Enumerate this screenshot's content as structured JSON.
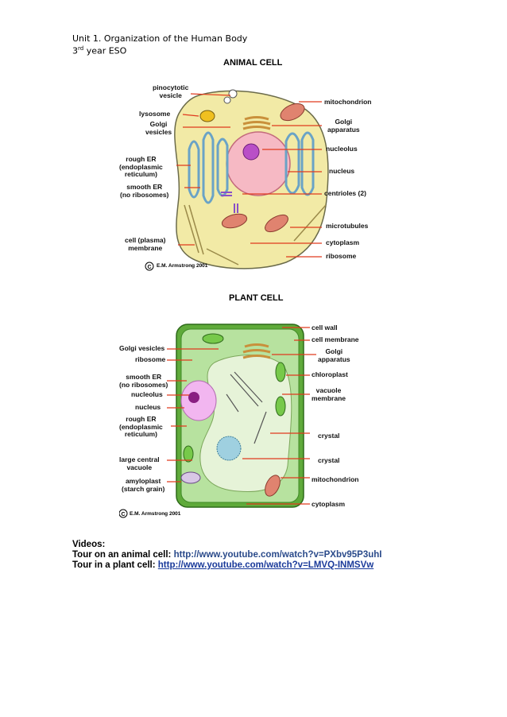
{
  "header": {
    "line1": "Unit 1. Organization of the Human Body",
    "line2_prefix": "3",
    "line2_sup": "rd",
    "line2_suffix": " year ESO"
  },
  "animal": {
    "title": "ANIMAL CELL",
    "copyright": "E.M. Armstrong 2001",
    "labels_left": [
      "pinocytotic\nvesicle",
      "lysosome",
      "Golgi\nvesicles",
      "rough ER\n(endoplasmic\nreticulum)",
      "smooth ER\n(no ribosomes)",
      "cell (plasma)\nmembrane"
    ],
    "labels_right": [
      "mitochondrion",
      "Golgi\napparatus",
      "nucleolus",
      "nucleus",
      "centrioles (2)",
      "microtubules",
      "cytoplasm",
      "ribosome"
    ]
  },
  "plant": {
    "title": "PLANT CELL",
    "copyright": "E.M. Armstrong 2001",
    "labels_left": [
      "Golgi vesicles",
      "ribosome",
      "smooth ER\n(no ribosomes)",
      "nucleolus",
      "nucleus",
      "rough ER\n(endoplasmic\nreticulum)",
      "large central\nvacuole",
      "amyloplast\n(starch grain)"
    ],
    "labels_right": [
      "cell wall",
      "cell membrane",
      "Golgi\napparatus",
      "chloroplast",
      "vacuole\nmembrane",
      "crystal",
      "crystal",
      "mitochondrion",
      "cytoplasm"
    ]
  },
  "videos": {
    "heading": "Videos:",
    "animal_label": "Tour on an animal cell:",
    "animal_url": "http://www.youtube.com/watch?v=PXbv95P3uhI",
    "plant_label": "Tour in a plant cell:",
    "plant_url": "http://www.youtube.com/watch?v=LMVQ-INMSVw"
  }
}
